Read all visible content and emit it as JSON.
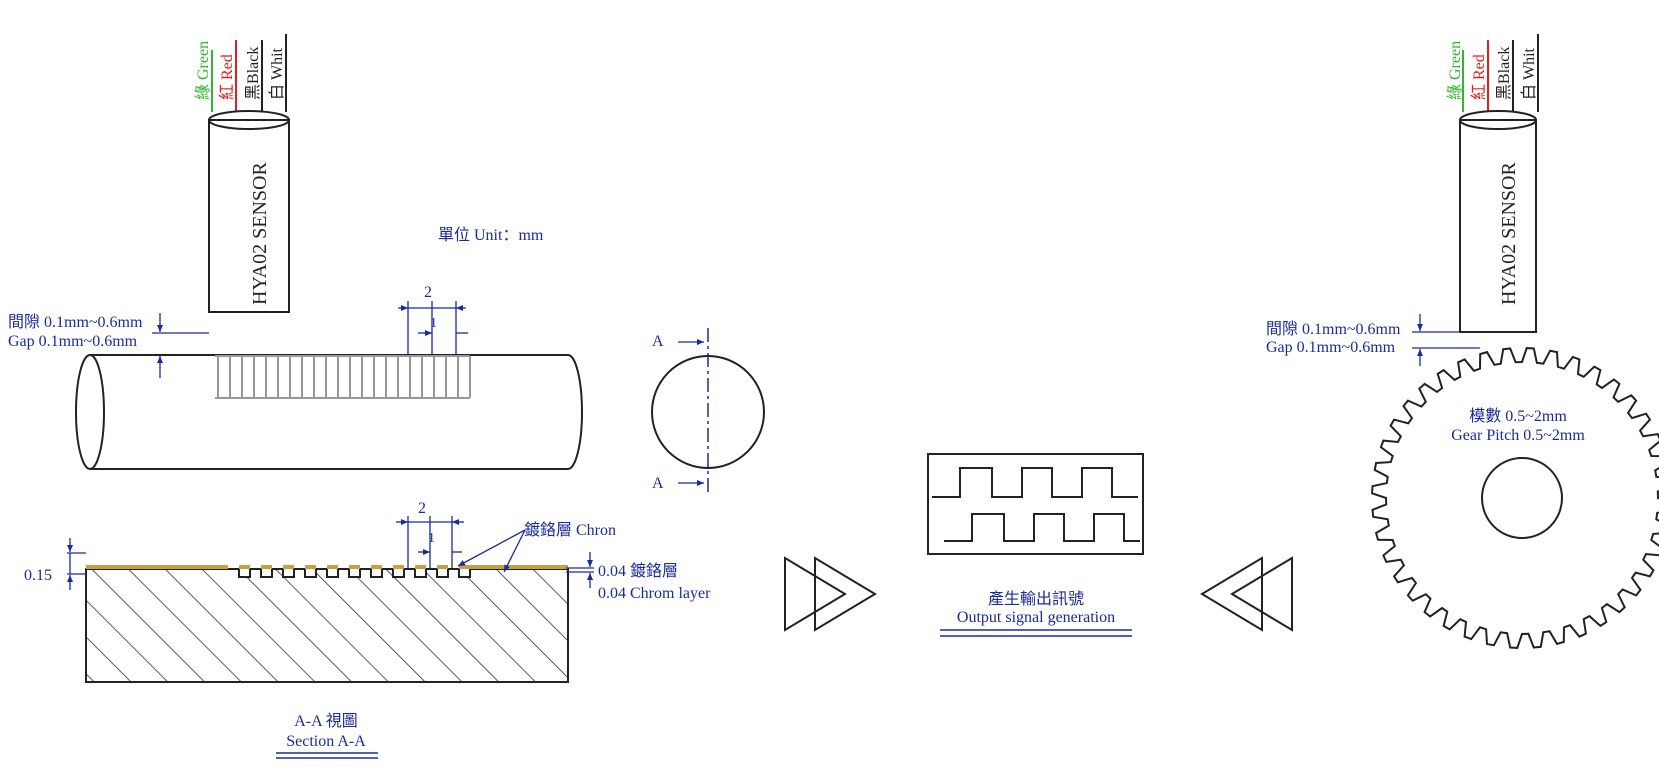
{
  "colors": {
    "dimension": "#1a2b9a",
    "line": "#222222",
    "wire_green": "#2db82d",
    "wire_red": "#e02020",
    "chrome_layer": "#c8a040"
  },
  "sensor": {
    "label": "HYA02 SENSOR",
    "wires": [
      "綠 Green",
      "紅 Red",
      "黑Black",
      "白 Whit"
    ]
  },
  "unit_label": "單位 Unit：mm",
  "gap": {
    "zh": "間隙 0.1mm~0.6mm",
    "en": "Gap  0.1mm~0.6mm"
  },
  "shaft": {
    "tooth_pitch": "2",
    "tooth_width": "1"
  },
  "section_mark": "A",
  "section": {
    "tooth_pitch": "2",
    "tooth_width": "1",
    "depth": "0.15",
    "chrome_callout": "鍍鉻層 Chron",
    "layer_zh": "0.04 鍍鉻層",
    "layer_en": "0.04 Chrom layer",
    "title_zh": "A-A 視圖",
    "title_en": "Section A-A"
  },
  "signal": {
    "title_zh": "產生輸出訊號",
    "title_en": "Output signal generation"
  },
  "gear": {
    "module_zh": "模數 0.5~2mm",
    "pitch_en": "Gear Pitch 0.5~2mm",
    "tooth_count": 40
  }
}
